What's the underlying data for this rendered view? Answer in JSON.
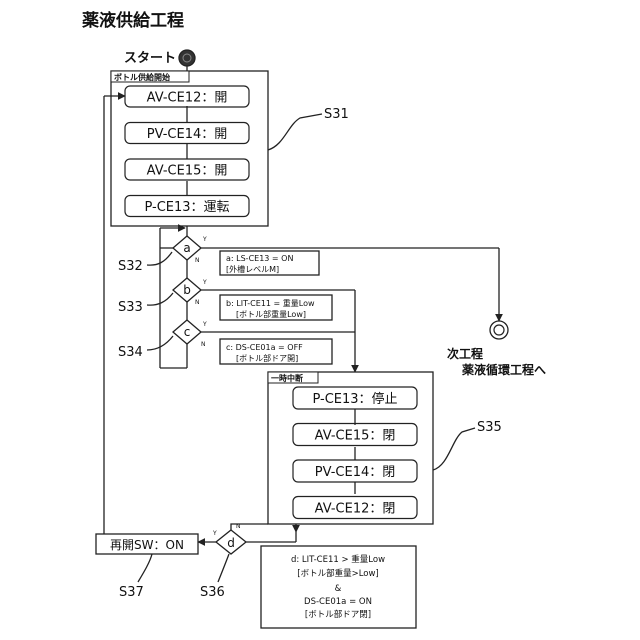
{
  "title": "薬液供給工程",
  "start_label": "スタート",
  "group1": {
    "header": "ボトル供給開始",
    "steps": [
      "AV-CE12：開",
      "PV-CE14：開",
      "AV-CE15：開",
      "P-CE13：運転"
    ],
    "ref": "S31"
  },
  "decisions": {
    "a": {
      "letter": "a",
      "ref": "S32",
      "yes": "Y",
      "no": "N",
      "condition": [
        "a: LS-CE13 = ON",
        "[外槽レベルM]"
      ]
    },
    "b": {
      "letter": "b",
      "ref": "S33",
      "yes": "Y",
      "no": "N",
      "condition": [
        "b: LIT-CE11 = 重量Low",
        "[ボトル部重量Low]"
      ]
    },
    "c": {
      "letter": "c",
      "ref": "S34",
      "yes": "Y",
      "no": "N",
      "condition": [
        "c: DS-CE01a = OFF",
        "[ボトル部ドア開]"
      ]
    },
    "d": {
      "letter": "d",
      "ref": "S36",
      "yes": "Y",
      "no": "N",
      "condition": [
        "d: LIT-CE11 > 重量Low",
        "[ボトル部重量>Low]",
        "&",
        "DS-CE01a = ON",
        "[ボトル部ドア閉]"
      ]
    }
  },
  "end": {
    "line1": "次工程",
    "line2": "薬液循環工程へ"
  },
  "group2": {
    "header": "一時中断",
    "steps": [
      "P-CE13：停止",
      "AV-CE15：閉",
      "PV-CE14：閉",
      "AV-CE12：閉"
    ],
    "ref": "S35"
  },
  "restart": {
    "label": "再開SW：ON",
    "ref": "S37"
  }
}
